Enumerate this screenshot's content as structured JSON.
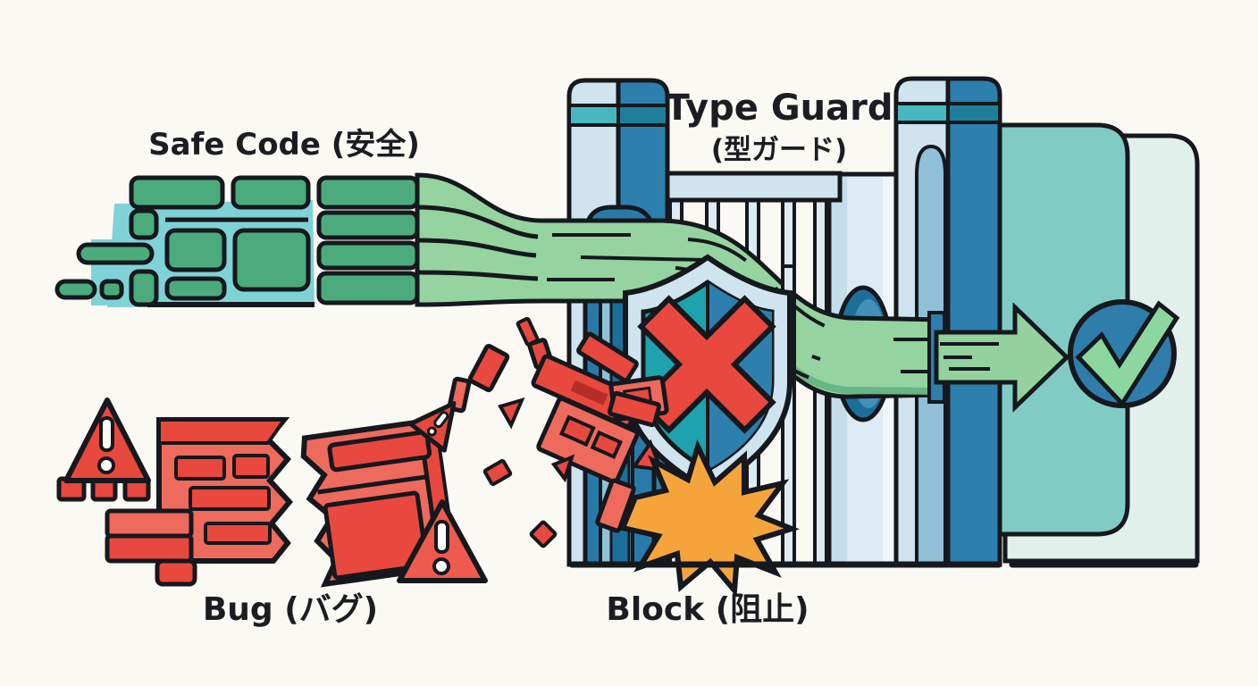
{
  "diagram": {
    "labels": {
      "safe_code": "Safe Code (安全)",
      "type_guard_en": "Type Guard",
      "type_guard_ja": "(型ガード)",
      "bug": "Bug (バグ)",
      "block": "Block (阻止)"
    },
    "icons": [
      "shield-icon",
      "x-mark-icon",
      "checkmark-icon",
      "warning-icon",
      "burst-icon",
      "arrow-right-icon",
      "gate-icon",
      "pipe-icon"
    ],
    "colors": {
      "background": "#fbf9f4",
      "outline": "#15181d",
      "safe_green": "#4cab7d",
      "pipe_green": "#95d3a0",
      "splash_teal": "#7fd2d6",
      "pillar_light": "#cfe4ee",
      "pillar_dark": "#2d7fae",
      "band_teal": "#49b7c0",
      "gate_bar": "#dcebf4",
      "shield_rim": "#cfe4ee",
      "shield_left": "#1ea3ae",
      "shield_right": "#2d7fae",
      "error_red": "#e8483e",
      "error_red_light": "#ee6a5d",
      "burst_orange": "#f5a43c",
      "panel_teal": "#80ccc5",
      "panel_mint": "#e2f0ec",
      "check_blue": "#2e7dab",
      "check_green": "#8bd79f"
    }
  }
}
